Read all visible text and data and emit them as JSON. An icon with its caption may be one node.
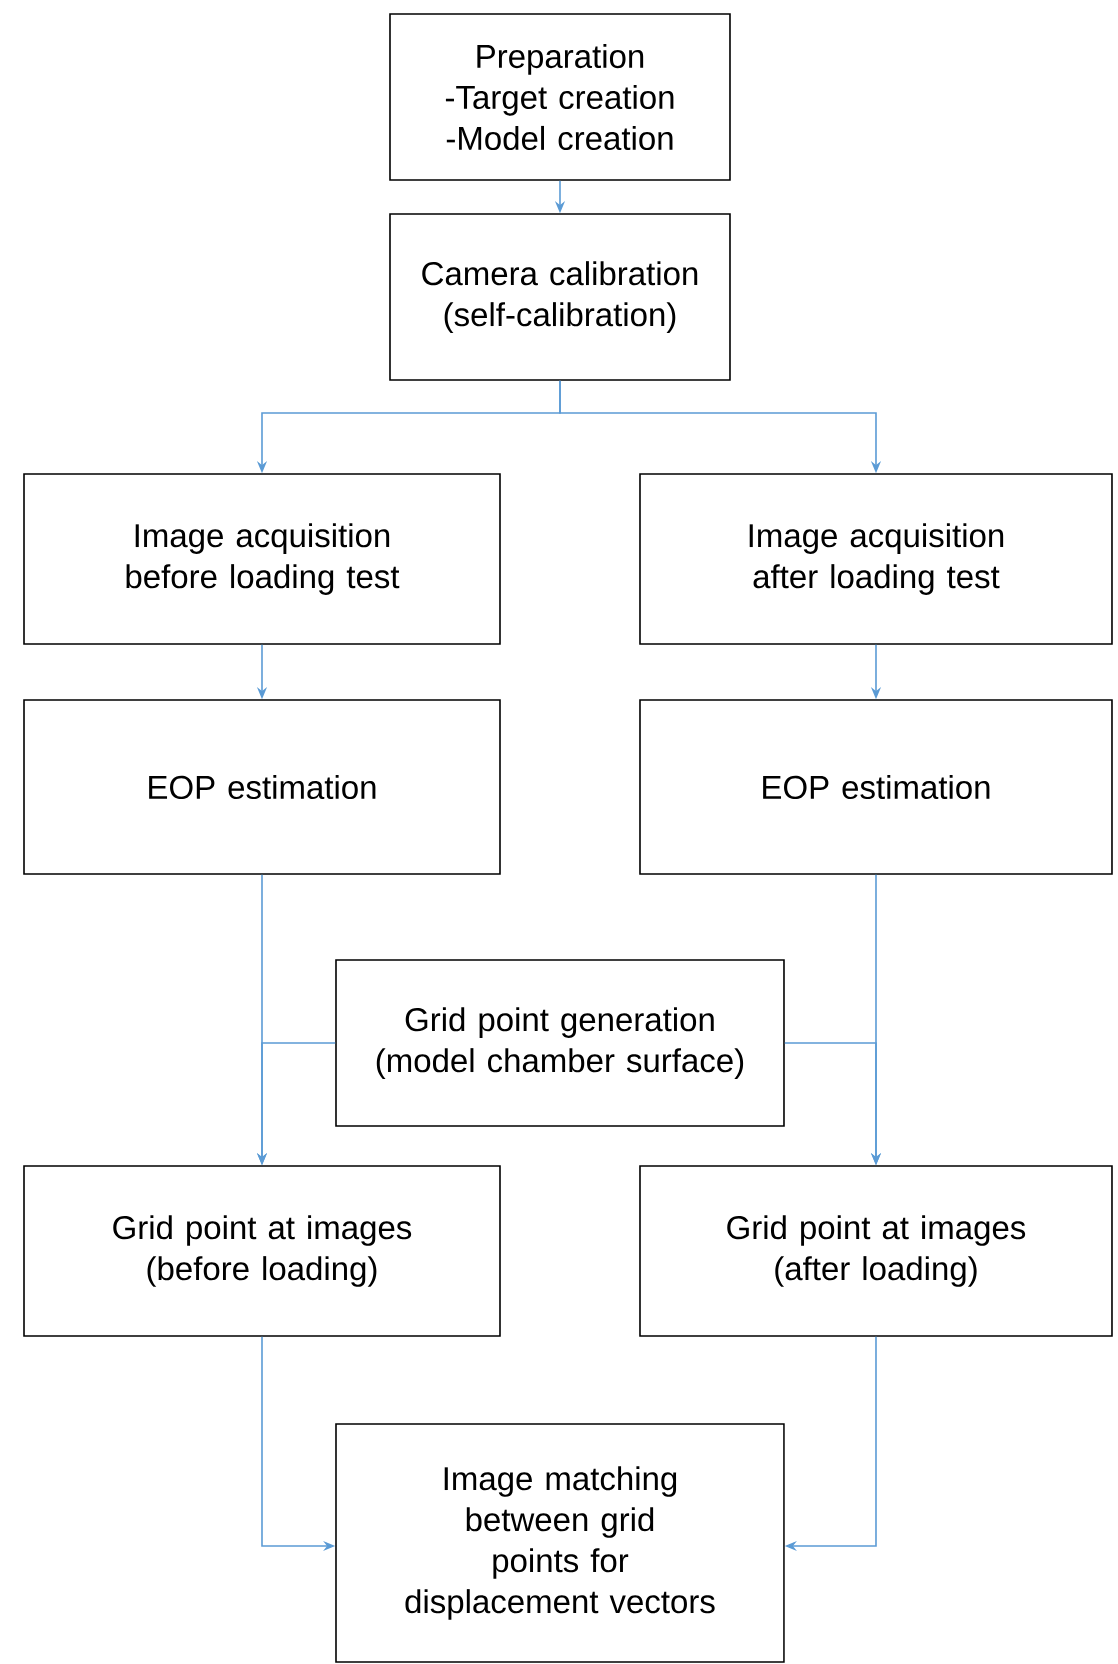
{
  "diagram": {
    "nodes": [
      {
        "text": [
          "Preparation",
          "-Target creation",
          "-Model creation"
        ]
      },
      {
        "text": [
          "Camera calibration (self-calibration)"
        ]
      },
      {
        "text": [
          "Image acquisition before loading test"
        ]
      },
      {
        "text": [
          "Image acquisition after loading test"
        ]
      },
      {
        "text": [
          "EOP estimation"
        ]
      },
      {
        "text": [
          "EOP estimation"
        ]
      },
      {
        "text": [
          "Grid point generation (model chamber surface)"
        ]
      },
      {
        "text": [
          "Grid point at images (before loading)"
        ]
      },
      {
        "text": [
          "Grid point at images (after loading)"
        ]
      },
      {
        "text": [
          "Image matching between grid points for displacement vectors"
        ]
      }
    ],
    "edges": [
      {
        "from": 0,
        "to": 1,
        "arrow": "to"
      },
      {
        "from": 1,
        "to": 2,
        "arrow": "to"
      },
      {
        "from": 1,
        "to": 3,
        "arrow": "to"
      },
      {
        "from": 2,
        "to": 4,
        "arrow": "to"
      },
      {
        "from": 3,
        "to": 5,
        "arrow": "to"
      },
      {
        "from": 4,
        "to": 7,
        "arrow": "to"
      },
      {
        "from": 6,
        "to": 7,
        "arrow": "to"
      },
      {
        "from": 5,
        "to": 8,
        "arrow": "to"
      },
      {
        "from": 6,
        "to": 8,
        "arrow": "to"
      },
      {
        "from": 7,
        "to": 9,
        "arrow": "to"
      },
      {
        "from": 8,
        "to": 9,
        "arrow": "to"
      }
    ]
  }
}
